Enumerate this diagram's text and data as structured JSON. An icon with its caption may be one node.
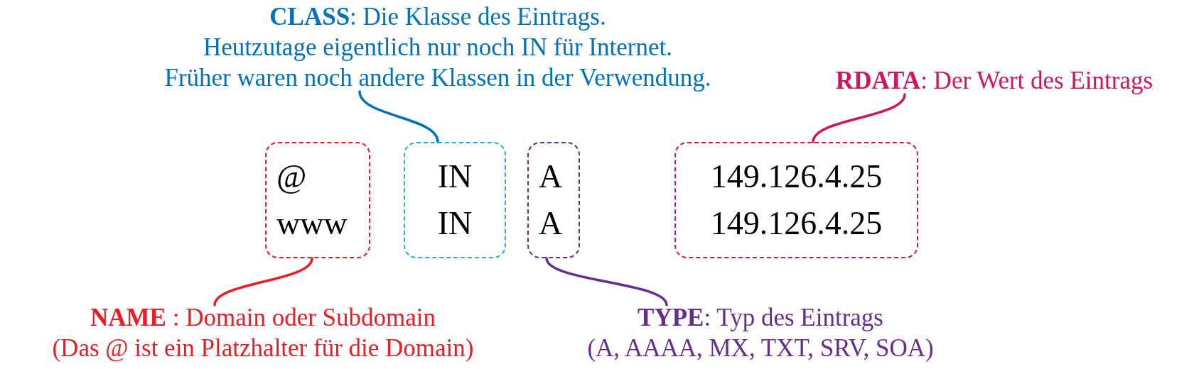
{
  "diagram": {
    "nodes": [
      {
        "text": [
          "**CLASS**: Die Klasse des Eintrags.",
          "Heutzutage eigentlich nur noch IN für Internet.",
          "Früher waren noch andere Klassen in der Verwendung."
        ]
      },
      {
        "text": [
          "**RDATA**: Der Wert des Eintrags"
        ]
      },
      {
        "text": [
          "@",
          "www"
        ]
      },
      {
        "text": [
          "IN",
          "IN"
        ]
      },
      {
        "text": [
          "A",
          "A"
        ]
      },
      {
        "text": [
          "149.126.4.25",
          "149.126.4.25"
        ]
      },
      {
        "text": [
          "**NAME** : Domain oder Subdomain",
          "(Das @ ist ein Platzhalter für die Domain)"
        ]
      },
      {
        "text": [
          "**TYPE**: Typ des Eintrags",
          "(A, AAAA, MX, TXT, SRV, SOA)"
        ]
      }
    ],
    "edges": [
      {
        "from": 0,
        "to": 3,
        "arrow": "none",
        "color": "#0072bc"
      },
      {
        "from": 1,
        "to": 5,
        "arrow": "none",
        "color": "#d4145a"
      },
      {
        "from": 6,
        "to": 2,
        "arrow": "none",
        "color": "#ed1c24"
      },
      {
        "from": 7,
        "to": 4,
        "arrow": "none",
        "color": "#662d91"
      }
    ]
  }
}
